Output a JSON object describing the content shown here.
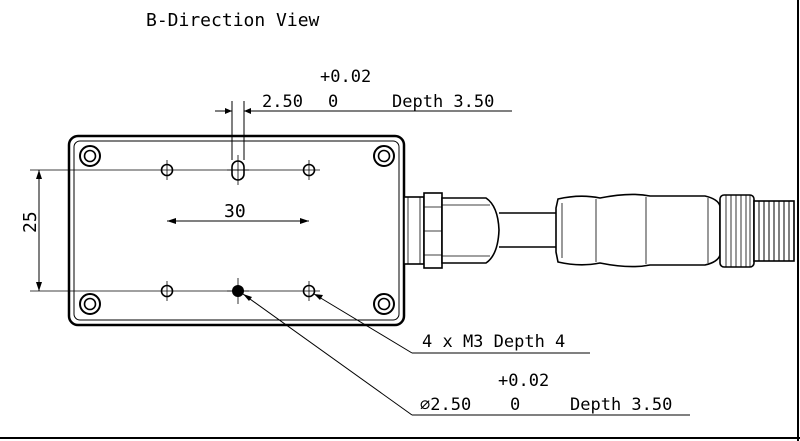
{
  "view_title": "B-Direction View",
  "slot_dimension": {
    "upper_tolerance": "+0.02",
    "lower_tolerance": "0",
    "width": "2.50",
    "depth": "Depth 3.50"
  },
  "horizontal_spacing": "30",
  "vertical_spacing": "25",
  "thread_callout": "4 x M3 Depth 4",
  "pin_hole_callout": {
    "upper_tolerance": "+0.02",
    "lower_tolerance": "0",
    "diameter": "⌀2.50",
    "depth": "Depth 3.50"
  }
}
